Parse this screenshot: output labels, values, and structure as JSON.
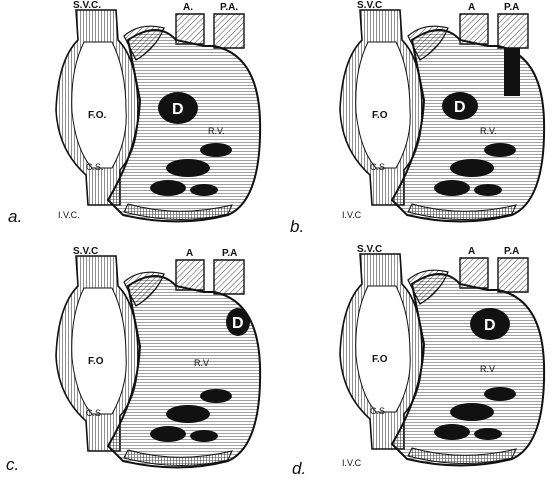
{
  "colors": {
    "ink": "#111111",
    "paper": "#ffffff",
    "hatch_light": "#8a8a8a"
  },
  "panels": [
    {
      "letter": "a.",
      "labels": {
        "svc": "S.V.C.",
        "a": "A.",
        "pa": "P.A.",
        "fo": "F.O.",
        "d": "D",
        "rv": "R.V.",
        "cs": "C.S.",
        "ivc": "I.V.C."
      }
    },
    {
      "letter": "b.",
      "labels": {
        "svc": "S.V.C",
        "a": "A",
        "pa": "P.A",
        "fo": "F.O",
        "d": "D",
        "rv": "R.V.",
        "cs": "C.S",
        "ivc": "I.V.C"
      }
    },
    {
      "letter": "c.",
      "labels": {
        "svc": "S.V.C",
        "a": "A",
        "pa": "P.A",
        "fo": "F.O",
        "d": "D",
        "rv": "R.V",
        "cs": "C.S"
      }
    },
    {
      "letter": "d.",
      "labels": {
        "svc": "S.V.C",
        "a": "A",
        "pa": "P.A",
        "fo": "F.O",
        "d": "D",
        "rv": "R.V",
        "cs": "C.S",
        "ivc": "I.V.C"
      }
    }
  ]
}
